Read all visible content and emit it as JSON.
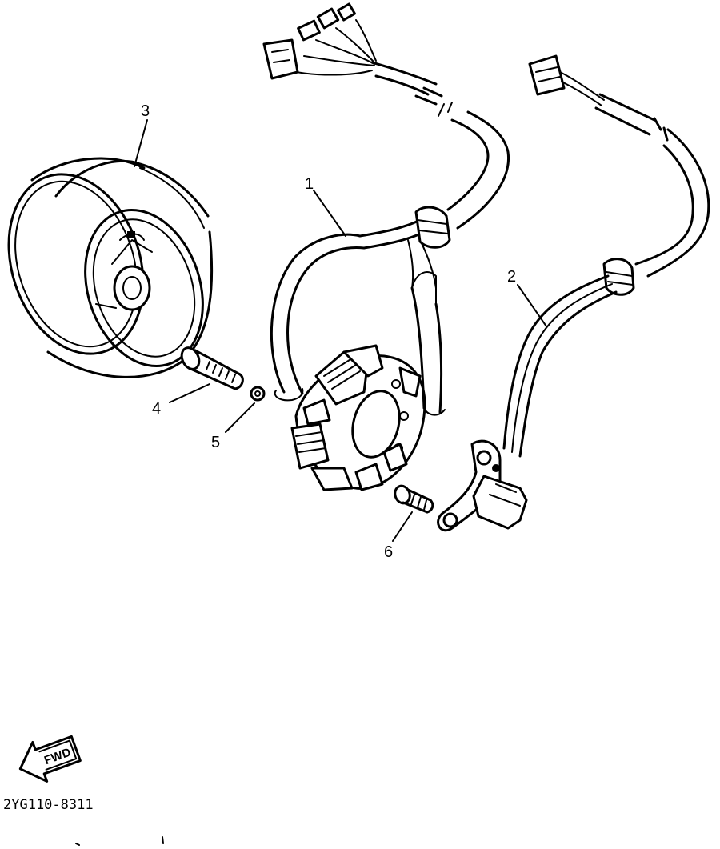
{
  "callouts": {
    "part1": "1",
    "part2": "2",
    "part3": "3",
    "part4": "4",
    "part5": "5",
    "part6": "6"
  },
  "direction_label": "FWD",
  "diagram_code": "2YG110-8311",
  "colors": {
    "ink": "#000000",
    "paper": "#ffffff"
  }
}
